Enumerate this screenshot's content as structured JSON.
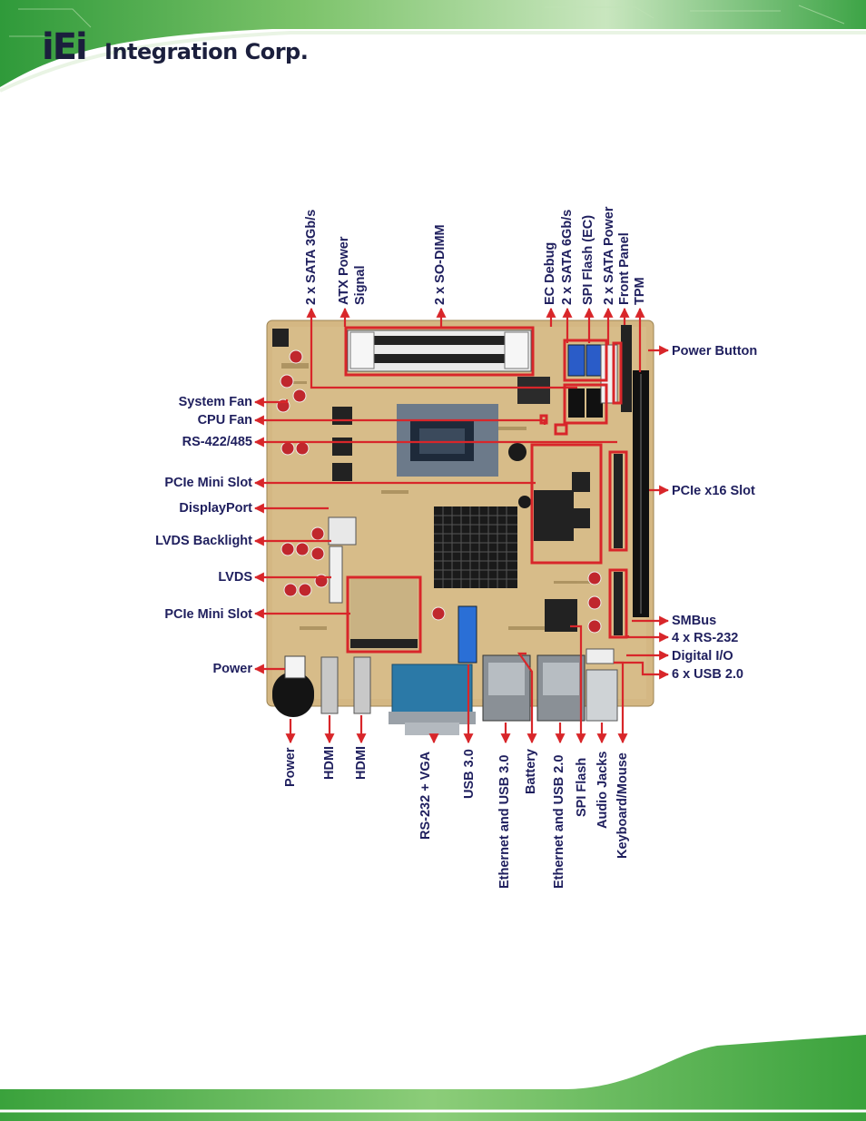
{
  "brand": {
    "logo_mark": "iEi",
    "logo_text": "Integration Corp.",
    "accent_green": "#3aa23c",
    "label_color": "#1f1f5e",
    "leader_color": "#d8262a"
  },
  "labels_left": [
    "System Fan",
    "CPU Fan",
    "RS-422/485",
    "PCIe Mini Slot",
    "DisplayPort",
    "LVDS Backlight",
    "LVDS",
    "PCIe Mini Slot",
    "Power"
  ],
  "labels_right": [
    "Power Button",
    "PCIe x16 Slot",
    "SMBus",
    "4 x RS-232",
    "Digital I/O",
    "6 x USB 2.0"
  ],
  "labels_top": [
    "2 x SATA 3Gb/s",
    "ATX Power",
    "Signal",
    "2 x SO-DIMM",
    "EC Debug",
    "2 x SATA 6Gb/s",
    "SPI Flash (EC)",
    "2 x SATA Power",
    "Front Panel",
    "TPM"
  ],
  "labels_bottom": [
    "Power",
    "HDMI",
    "HDMI",
    "RS-232 + VGA",
    "USB 3.0",
    "Ethernet and USB 3.0",
    "Battery",
    "Ethernet and USB 2.0",
    "SPI Flash",
    "Audio Jacks",
    "Keyboard/Mouse"
  ]
}
